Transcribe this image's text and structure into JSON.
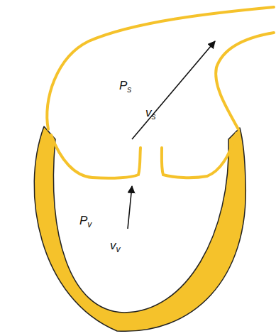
{
  "diagram": {
    "labels": [
      "Ps",
      "vs",
      "Pv",
      "vv"
    ]
  }
}
